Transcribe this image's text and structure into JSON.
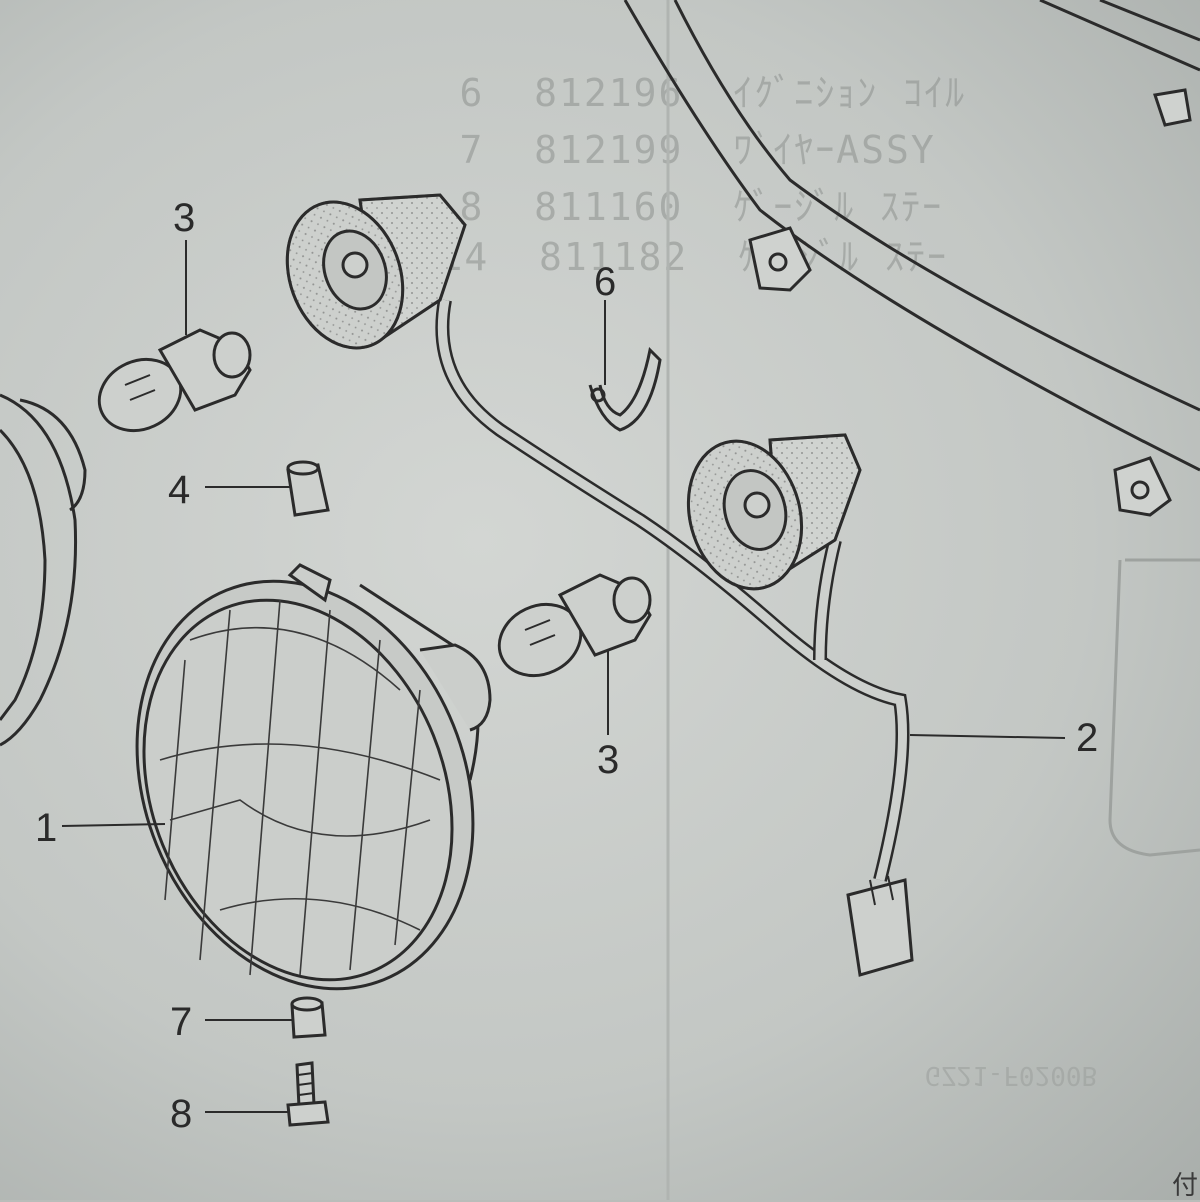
{
  "background_table": {
    "rows": [
      {
        "no": "6",
        "part": "812196",
        "name": "ｲｸﾞﾆｼｮﾝ ｺｲﾙ"
      },
      {
        "no": "7",
        "part": "812199",
        "name": "ﾜﾞｲﾔｰASSY"
      },
      {
        "no": "8",
        "part": "811160",
        "name": "ｹﾞｰｼﾞﾙ ｽﾃｰ"
      },
      {
        "no": "14",
        "part": "811182",
        "name": "ｹﾞｰｼﾞﾙ ｽﾃｰ"
      }
    ]
  },
  "diagram_code": "GZ21-F0200B",
  "corner_glyph": "付",
  "callouts": {
    "c1": "1",
    "c2": "2",
    "c3_top": "3",
    "c3_mid": "3",
    "c4": "4",
    "c6": "6",
    "c7": "7",
    "c8": "8"
  },
  "colors": {
    "paper": "#c9ccc9",
    "ink": "#2a2a2a",
    "bleed_through": "#8d918e"
  }
}
